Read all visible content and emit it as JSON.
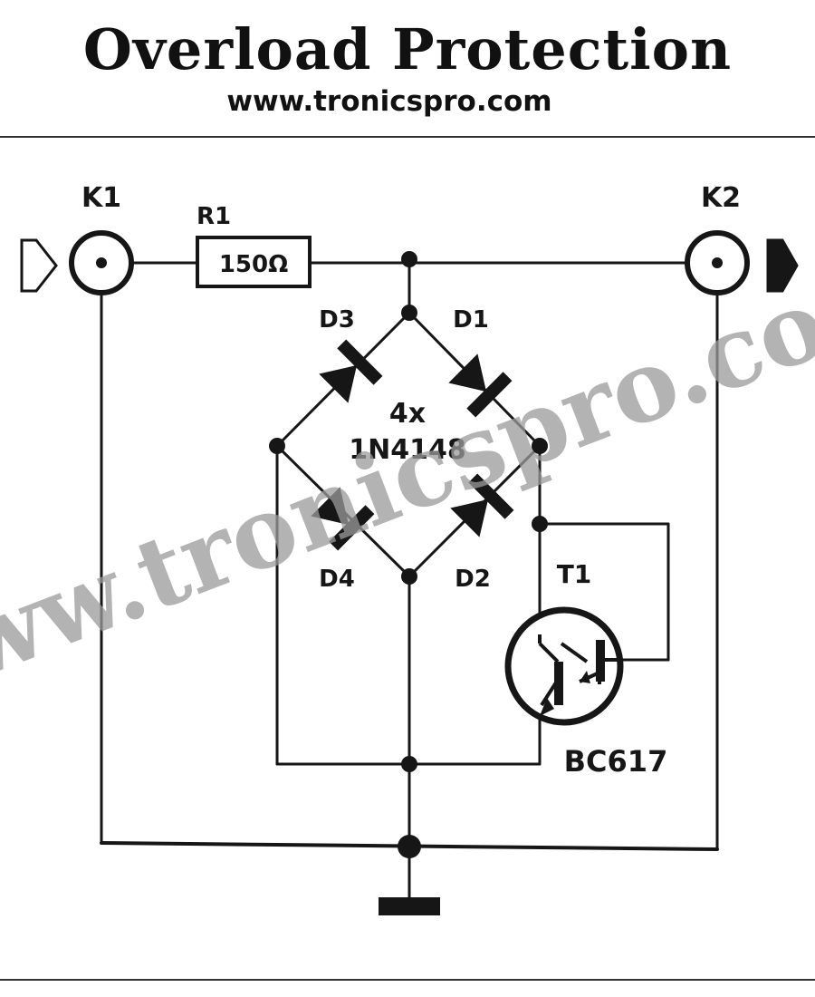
{
  "header": {
    "title": "Overload Protection",
    "url": "www.tronicspro.com"
  },
  "schematic": {
    "connector_in": "K1",
    "connector_out": "K2",
    "resistor": {
      "ref": "R1",
      "value": "150Ω"
    },
    "diodes": {
      "d1": "D1",
      "d2": "D2",
      "d3": "D3",
      "d4": "D4",
      "quantity": "4x",
      "part": "1N4148"
    },
    "transistor": {
      "ref": "T1",
      "part": "BC617"
    }
  },
  "watermark": "www.tronicspro.com",
  "colors": {
    "ink": "#111111",
    "watermark": "#9a9a9a",
    "background": "#ffffff"
  }
}
